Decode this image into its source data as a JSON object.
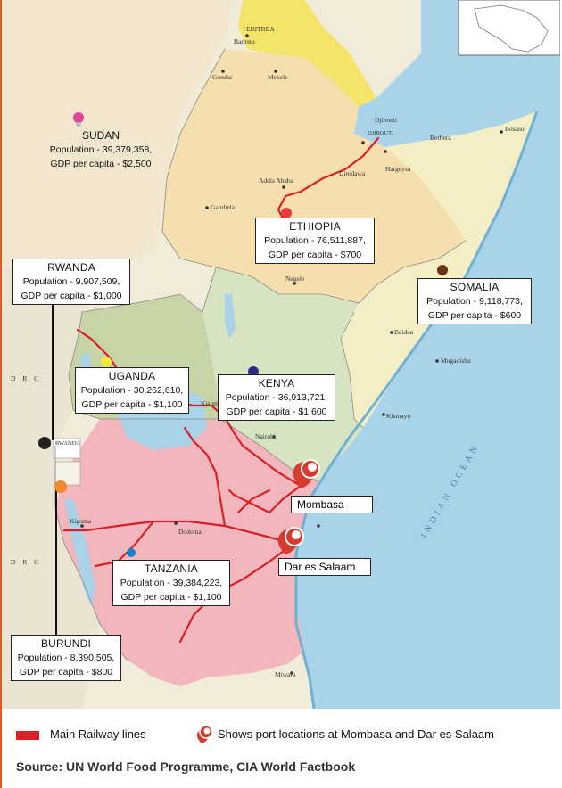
{
  "countries": [
    {
      "id": "sudan",
      "name": "SUDAN",
      "population": "Population - 39,379,358,",
      "gdp": "GDP per capita - $2,500"
    },
    {
      "id": "ethiopia",
      "name": "ETHIOPIA",
      "population": "Population - 76,511,887,",
      "gdp": "GDP per capita - $700"
    },
    {
      "id": "rwanda",
      "name": "RWANDA",
      "population": "Population - 9,907,509,",
      "gdp": "GDP per capita - $1,000"
    },
    {
      "id": "somalia",
      "name": "SOMALIA",
      "population": "Population - 9,118,773,",
      "gdp": "GDP per capita - $600"
    },
    {
      "id": "uganda",
      "name": "UGANDA",
      "population": "Population - 30,262,610,",
      "gdp": "GDP per capita - $1,100"
    },
    {
      "id": "kenya",
      "name": "KENYA",
      "population": "Population - 36,913,721,",
      "gdp": "GDP per capita - $1,600"
    },
    {
      "id": "tanzania",
      "name": "TANZANIA",
      "population": "Population - 39,384,223,",
      "gdp": "GDP per capita - $1,100"
    },
    {
      "id": "burundi",
      "name": "BURUNDI",
      "population": "Population - 8,390,505,",
      "gdp": "GDP per capita - $800"
    }
  ],
  "ports": [
    "Mombasa",
    "Dar es Salaam"
  ],
  "map_text": {
    "eritrea": "ERITREA",
    "barentu": "Barentu",
    "gondar": "Gondar",
    "mekele": "Mekele",
    "djibouti": "Djibouti",
    "djibouti_country": "DJIBOUTI",
    "berbera": "Berbera",
    "bosaso": "Bosaso",
    "addis_ababa": "Addis Ababa",
    "dire_dawa": "Diredawa",
    "hargeysa": "Hargeysa",
    "gambela": "Gambela",
    "negele": "Negele",
    "baidoa": "Baidoa",
    "mogadishu": "Mogadishu",
    "kismayo": "Kismayo",
    "nairobi": "Nairobi",
    "kisumu": "Kisumu",
    "kigoma": "Kigoma",
    "dodoma": "Dodoma",
    "mtwara": "Mtwara",
    "drc": "D R C",
    "drc2": "D R C",
    "rwanda_map": "RWANDA",
    "indian_ocean": "INDIAN OCEAN"
  },
  "legend": {
    "railway": "Main Railway lines",
    "ports": "Shows port locations at Mombasa and Dar es Salaam",
    "railway_color": "#d92027"
  },
  "source": "Source: UN World Food Programme, CIA World Factbook",
  "colors": {
    "sea": "#a9d3e8",
    "ethiopia": "#f6dfae",
    "somalia": "#f3eec4",
    "kenya": "#d7e4c2",
    "tanzania": "#f2b6bd",
    "eritrea": "#f4e46a",
    "land": "#f1ebd9",
    "sudan": "#f3e6cf",
    "uganda": "#c6d4a6",
    "drc": "#eae4d2",
    "rwanda": "#ffffff",
    "sudan_dot": "#e0449a",
    "ethiopia_dot": "#ec3b3b",
    "rwanda_dot": "#222222",
    "somalia_dot": "#6b3410",
    "uganda_dot": "#f3ec3a",
    "kenya_dot": "#2b2c8a",
    "tanzania_dot": "#1a7fc6",
    "burundi_dot": "#f08a2a"
  }
}
